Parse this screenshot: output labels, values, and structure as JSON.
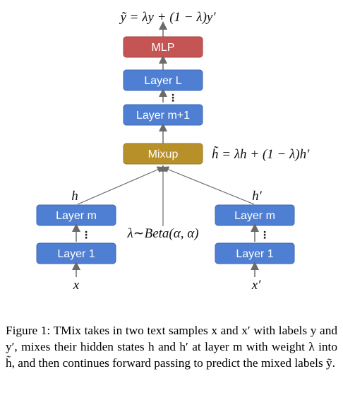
{
  "diagram": {
    "output_formula": "ỹ = λy + (1 − λ)y′",
    "mlp_label": "MLP",
    "layer_L_label": "Layer L",
    "layer_m1_label": "Layer m+1",
    "mixup_label": "Mixup",
    "mixup_formula": "h̃ = λh + (1 − λ)h′",
    "left": {
      "hidden_label": "h",
      "layer_m_label": "Layer m",
      "layer_1_label": "Layer 1",
      "input_label": "x"
    },
    "right": {
      "hidden_label": "h′",
      "layer_m_label": "Layer m",
      "layer_1_label": "Layer 1",
      "input_label": "x′"
    },
    "lambda_label": "λ∼Beta(α, α)",
    "colors": {
      "layer_blue": "#4f7fd3",
      "mlp_red": "#c55555",
      "mixup_gold": "#b8902a",
      "arrow": "#6b6b6b"
    }
  },
  "caption": {
    "text": "Figure 1: TMix takes in two text samples x and x′ with labels y and y′, mixes their hidden states h and h′ at layer m with weight λ into h̃, and then continues forward passing to predict the mixed labels ỹ."
  }
}
